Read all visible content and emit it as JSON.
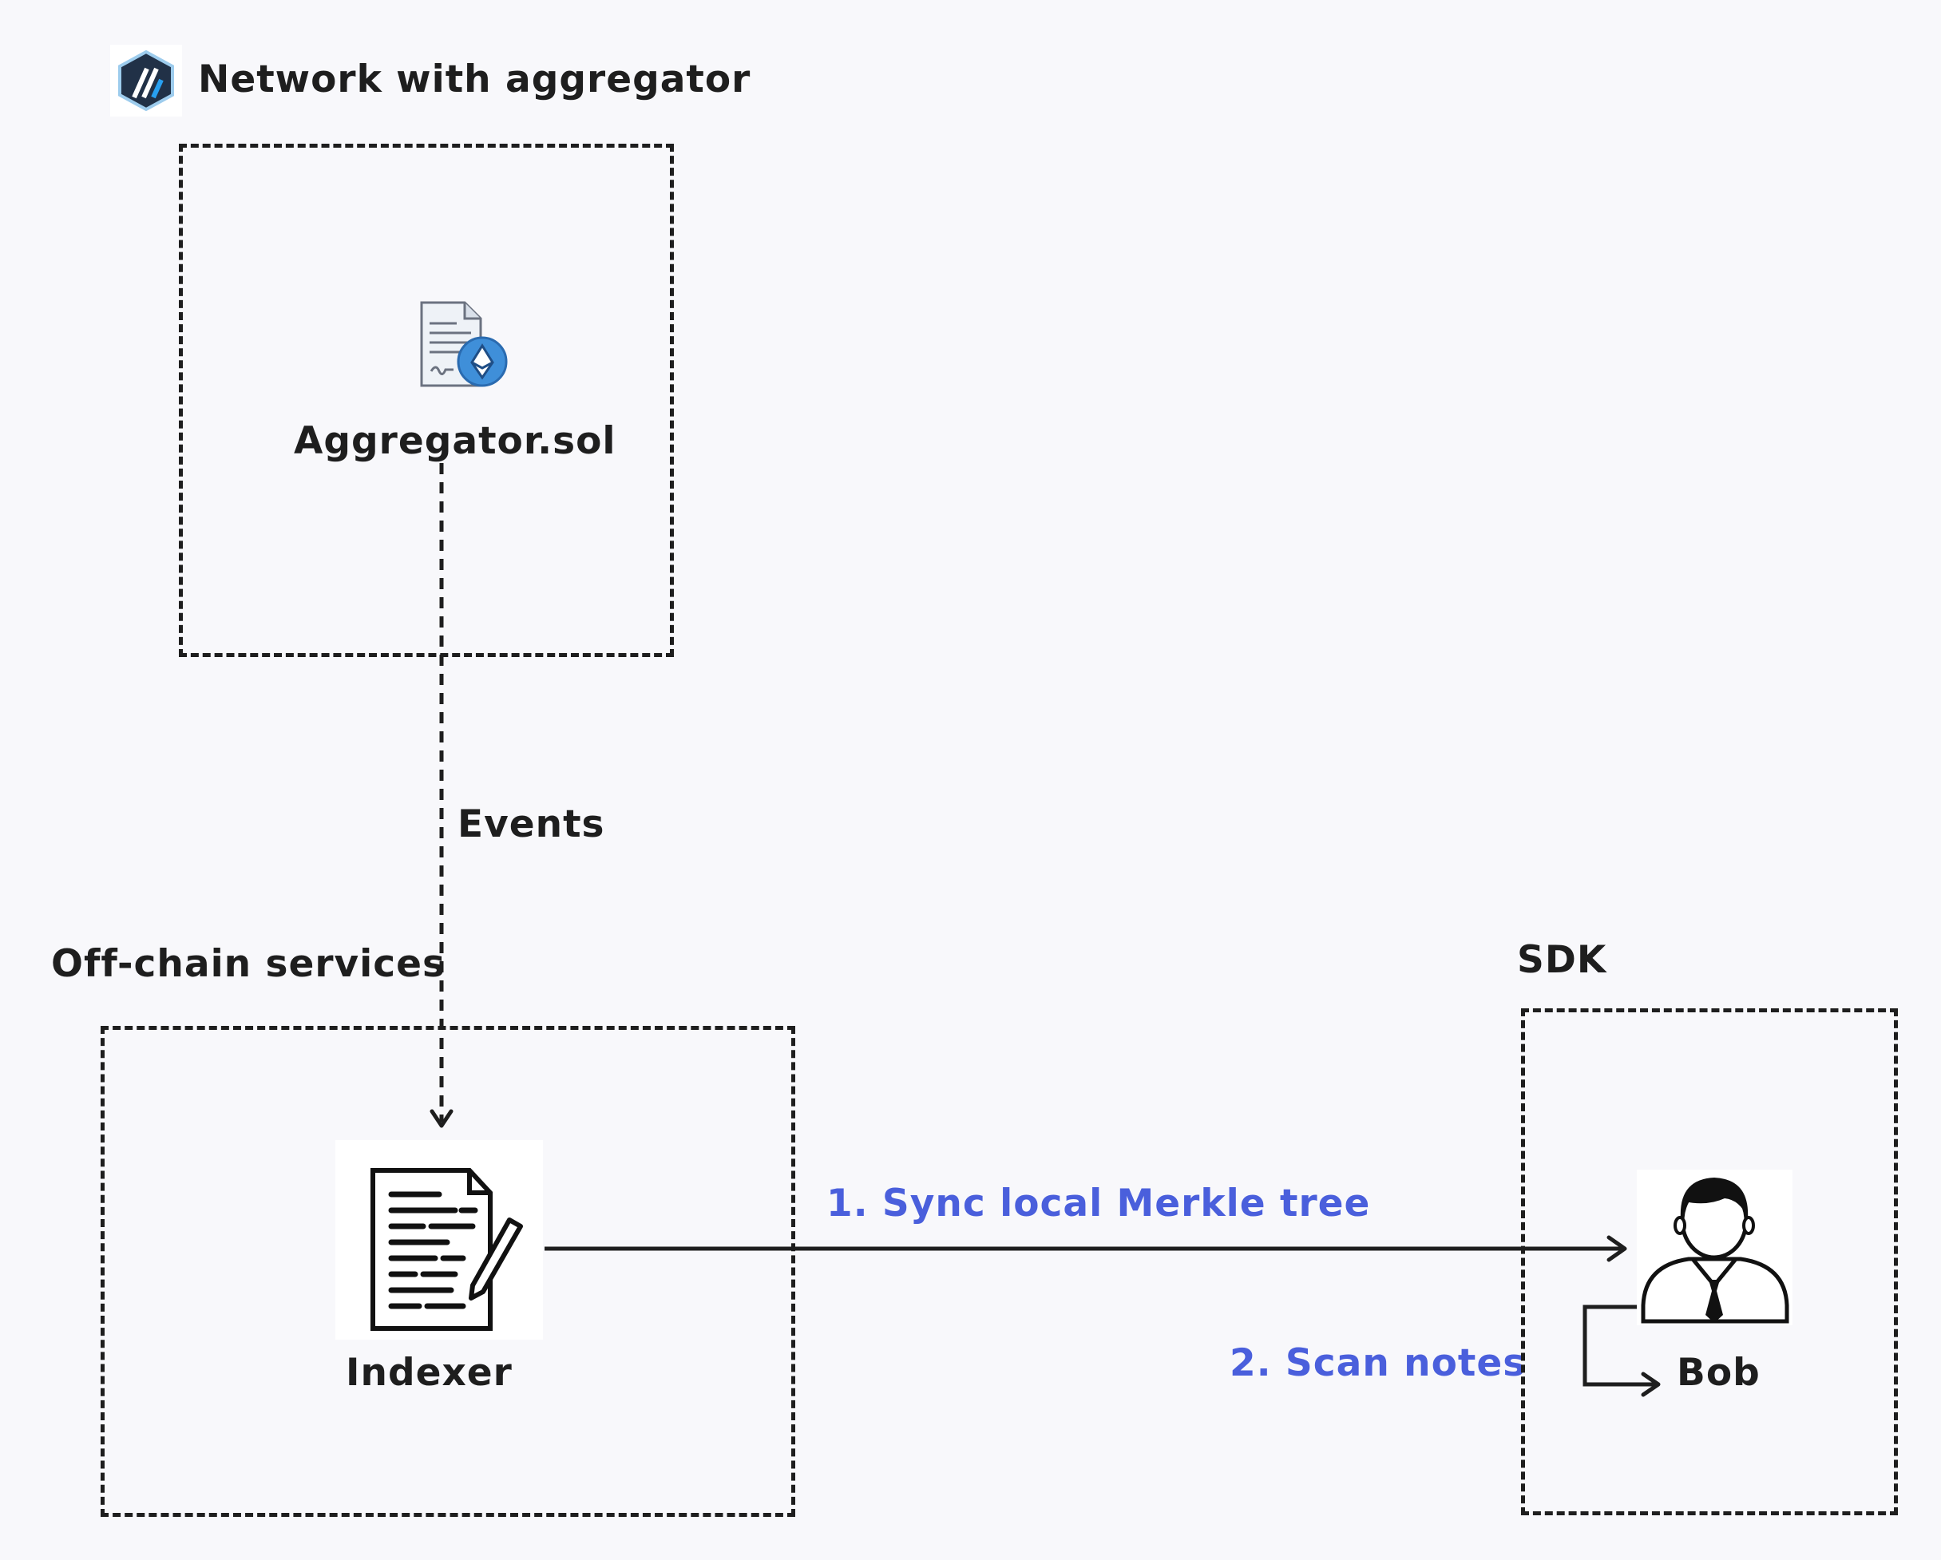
{
  "network": {
    "title": "Network with aggregator",
    "contract_label": "Aggregator.sol"
  },
  "events_label": "Events",
  "offchain": {
    "title": "Off-chain services",
    "indexer_label": "Indexer"
  },
  "sdk": {
    "title": "SDK",
    "user_label": "Bob"
  },
  "steps": {
    "sync": "1. Sync local Merkle tree",
    "scan": "2. Scan notes"
  },
  "icons": {
    "network_logo": "arbitrum-logo-icon",
    "contract": "smart-contract-document-icon",
    "indexer": "document-pencil-icon",
    "user": "person-avatar-icon"
  },
  "colors": {
    "stroke": "#1e1e1e",
    "step_text": "#4a5fdc",
    "background": "#f8f8fb"
  }
}
